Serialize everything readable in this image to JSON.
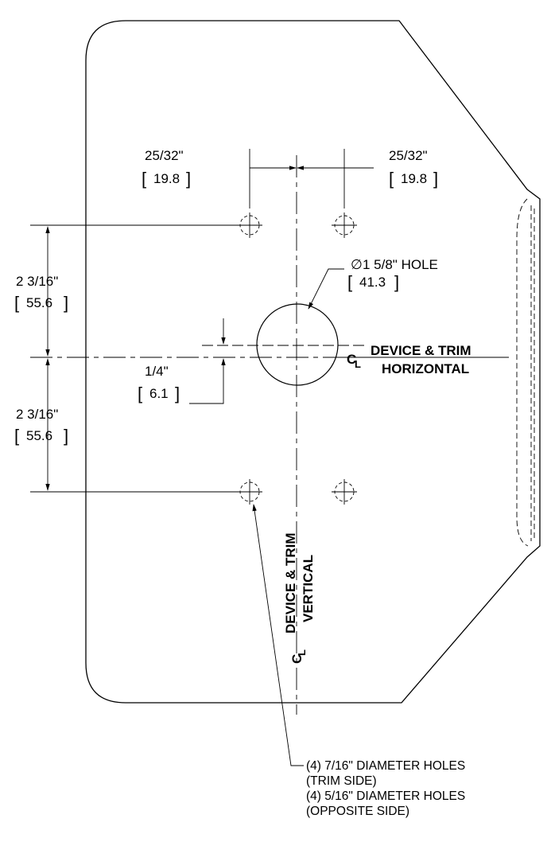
{
  "drawing": {
    "top_left_dim": {
      "inch": "25/32\"",
      "mm": "19.8"
    },
    "top_right_dim": {
      "inch": "25/32\"",
      "mm": "19.8"
    },
    "left_upper_dim": {
      "inch": "2 3/16\"",
      "mm": "55.6"
    },
    "left_lower_dim": {
      "inch": "2 3/16\"",
      "mm": "55.6"
    },
    "offset_dim": {
      "inch": "1/4\"",
      "mm": "6.1"
    },
    "center_hole": {
      "diameter_symbol": "∅",
      "label": "1 5/8\" HOLE",
      "mm": "41.3"
    },
    "horizontal_cl": {
      "symbol": "C",
      "symbol_sub": "L",
      "line1": "DEVICE & TRIM",
      "line2": "HORIZONTAL"
    },
    "vertical_cl": {
      "symbol": "C",
      "symbol_sub": "L",
      "line1": "DEVICE & TRIM",
      "line2": "VERTICAL"
    },
    "holes_note": {
      "line1": "(4) 7/16\" DIAMETER HOLES",
      "line2": "(TRIM SIDE)",
      "line3": "(4) 5/16\" DIAMETER HOLES",
      "line4": "(OPPOSITE SIDE)"
    }
  }
}
